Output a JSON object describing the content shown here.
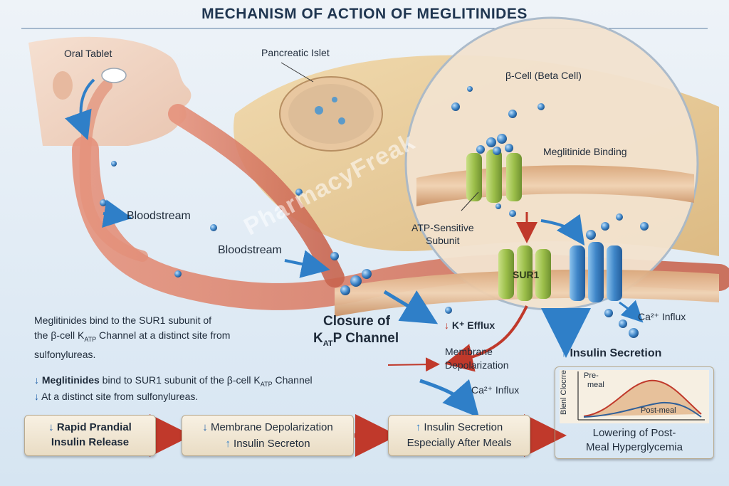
{
  "title": "MECHANISM OF ACTION OF MEGLITINIDES",
  "watermark": "PharmacyFreak",
  "labels": {
    "oral_tablet": "Oral Tablet",
    "pancreatic_islet": "Pancreatic Islet",
    "beta_cell": "β-Cell (Beta Cell)",
    "meglitinide_binding": "Meglitinide Binding",
    "bloodstream_1": "Bloodstream",
    "bloodstream_2": "Bloodstream",
    "atp_sensitive_1": "ATP-Sensitive",
    "atp_sensitive_2": "Subunit",
    "sur1": "SUR1",
    "ca_influx_right": "Ca²⁺ Influx",
    "closure_1": "Closure of",
    "closure_2": "K",
    "closure_2_sub": "AT",
    "closure_2_end": "P Channel",
    "k_efflux_arrow": "↓",
    "k_efflux": "K⁺ Efflux",
    "membrane_depol_1": "Membrane",
    "membrane_depol_2": "Depolarization",
    "insulin_secretion_arrow": "↑",
    "insulin_secretion": "Insulin Secretion",
    "ca_influx_mid": "Ca²⁺ Influx"
  },
  "paragraph": {
    "line1": "Meglitinides bind to the SUR1 subunit of",
    "line2a": "the β-cell K",
    "line2sub": "ATP",
    "line2b": " Channel at a distinct site from",
    "line3": "sulfonylureas."
  },
  "bullets": {
    "b1_arrow": "↓",
    "b1_bold": "Meglitinides",
    "b1_rest": " bind to SUR1 subunit of the β-cell K",
    "b1_sub": "ATP",
    "b1_end": " Channel",
    "b2_arrow": "↓",
    "b2_text": "At a distinct site from sulfonylureas."
  },
  "flow": {
    "box1_arrow": "↓",
    "box1_line1": "Rapid Prandial",
    "box1_line2": "Insulin Release",
    "box2_arrow1": "↓",
    "box2_line1": "Membrane Depolarization",
    "box2_arrow2": "↑",
    "box2_line2": "Insulin Secreton",
    "box3_arrow": "↑",
    "box3_line1": "Insulin Secretion",
    "box3_line2": "Especially After Meals",
    "box4_line1": "Lowering of Post-",
    "box4_line2": "Meal Hyperglycemia"
  },
  "inset_graph": {
    "ylabel": "Blenl Clocrre",
    "pre_meal_1": "Pre-",
    "pre_meal_2": "meal",
    "post_meal": "Post-meal"
  },
  "colors": {
    "vessel": "#c8644e",
    "arrow_blue": "#2f7fc8",
    "arrow_red": "#c0392b",
    "channel_green": "#9cbf4a",
    "channel_blue": "#3f86c8"
  }
}
